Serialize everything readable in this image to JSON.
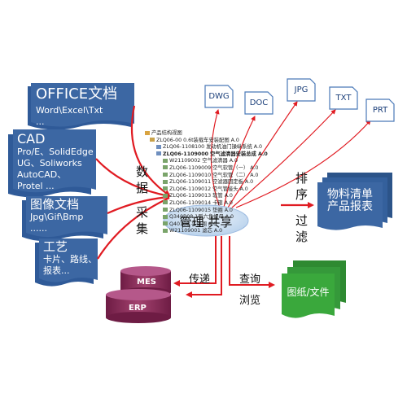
{
  "sources": {
    "office": {
      "title": "OFFICE文档",
      "lines": [
        "Word\\Excel\\Txt",
        "..."
      ]
    },
    "cad": {
      "title": "CAD",
      "lines": [
        "Pro/E、SolidEdge",
        "UG、Soliworks",
        "AutoCAD、",
        "Protel ..."
      ]
    },
    "image": {
      "title": "图像文档",
      "lines": [
        "Jpg\\Gif\\Bmp",
        "......"
      ]
    },
    "craft": {
      "title": "工艺",
      "lines": [
        "卡片、路线、",
        "报表..."
      ]
    }
  },
  "labels": {
    "collect": [
      "数",
      "据",
      "采",
      "集"
    ],
    "sort": [
      "排",
      "序"
    ],
    "filter": [
      "过",
      "滤"
    ],
    "transfer": "传递",
    "query": "查询",
    "browse": "浏览"
  },
  "center": {
    "text": "管理 共享"
  },
  "formats": [
    "DWG",
    "DOC",
    "JPG",
    "TXT",
    "PRT"
  ],
  "tree": {
    "rows": [
      "产品结构视图",
      "ZLQ06-00 0.6t装载车安装配图 A.0",
      "ZLQ06-1108100 发动机油门操纵系统 A.0",
      "ZLQ06-1109000 空气滤清器安装总成 A.0",
      "W21109002 空气滤清器 A.0",
      "ZLQ06-1109009 空气软管（一） A.0",
      "ZLQ06-1109010 空气软管（二） A.0",
      "ZLQ06-1109011 空滤器固定板 A.0",
      "ZLQ06-1109012 空气管接头 A.0",
      "ZLQ06-1109013 软管 A.0",
      "ZLQ06-1109014 卡箍 A.0",
      "ZLQ06-1109015 垫圈 A.0",
      "Q340B08 1型六角螺母 A.0",
      "Q40108 平垫圈 A.0",
      "W21109001 滤芯 A.0"
    ]
  },
  "outputs": {
    "bom": [
      "物料清单",
      "产品报表"
    ],
    "drawings": "图纸/文件"
  },
  "systems": {
    "mes": "MES",
    "erp": "ERP"
  },
  "colors": {
    "doc_blue": "#3c67a3",
    "arrow_red": "#e01b22",
    "oval": "#c8dcee",
    "green": "#3aa83c",
    "maroon": "#8c2c5e"
  }
}
